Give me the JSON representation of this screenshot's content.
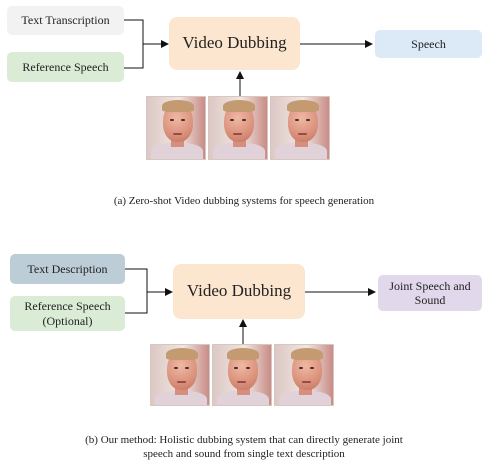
{
  "panel_a": {
    "inputs": [
      "Text Transcription",
      "Reference Speech"
    ],
    "model": "Video Dubbing",
    "output": "Speech",
    "caption": "(a)  Zero-shot Video dubbing systems for speech generation"
  },
  "panel_b": {
    "inputs": [
      "Text Description",
      "Reference Speech",
      "(Optional)"
    ],
    "model": "Video Dubbing",
    "output": [
      "Joint Speech and",
      "Sound"
    ],
    "caption": [
      "(b)  Our method: Holistic dubbing system that can directly generate joint",
      "speech and sound from single text description"
    ]
  },
  "colors": {
    "text_box": "#f2f2f2",
    "reference_box": "#dbecd6",
    "model_box": "#fde6cf",
    "speech_box": "#dce9f7",
    "description_box": "#bccdd8",
    "joint_output_box": "#e2d8ec"
  }
}
